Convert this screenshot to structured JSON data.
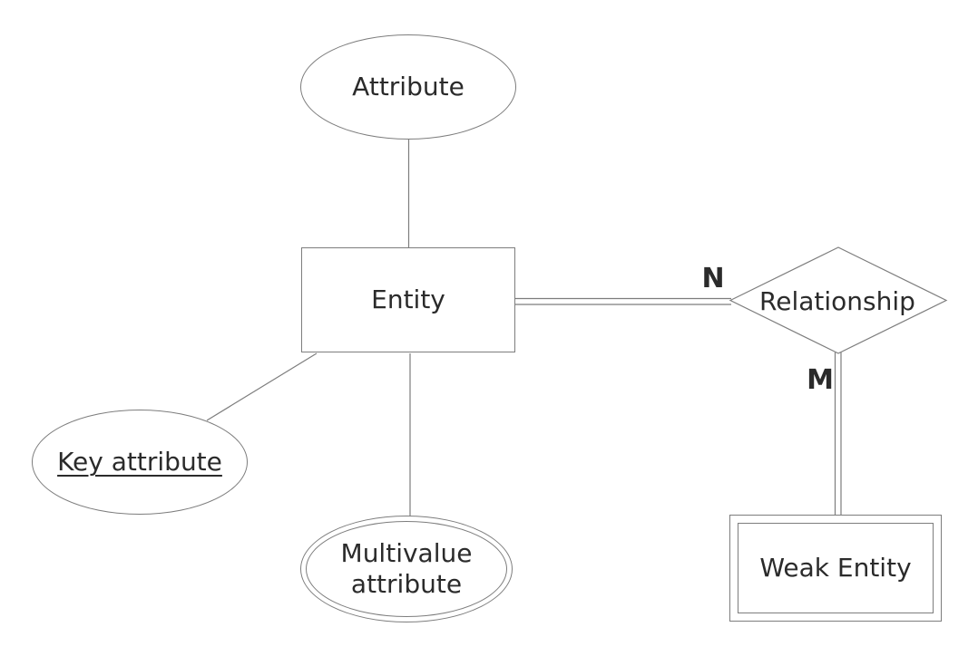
{
  "diagram": {
    "type": "entity-relationship-notation",
    "nodes": {
      "attribute": {
        "label": "Attribute",
        "shape": "ellipse"
      },
      "entity": {
        "label": "Entity",
        "shape": "rectangle"
      },
      "relationship": {
        "label": "Relationship",
        "shape": "diamond"
      },
      "key_attribute": {
        "label": "Key attribute",
        "shape": "ellipse",
        "underlined": true
      },
      "multivalue_attribute": {
        "label": "Multivalue attribute",
        "shape": "double-ellipse"
      },
      "weak_entity": {
        "label": "Weak Entity",
        "shape": "double-rectangle"
      }
    },
    "edges": [
      {
        "from": "attribute",
        "to": "entity",
        "line": "single"
      },
      {
        "from": "key_attribute",
        "to": "entity",
        "line": "single"
      },
      {
        "from": "multivalue_attribute",
        "to": "entity",
        "line": "single"
      },
      {
        "from": "entity",
        "to": "relationship",
        "line": "double",
        "cardinality": "N"
      },
      {
        "from": "relationship",
        "to": "weak_entity",
        "line": "double",
        "cardinality": "M"
      }
    ],
    "colors": {
      "stroke": "#7d7d7d",
      "text": "#2b2b2b",
      "background": "#ffffff"
    }
  }
}
